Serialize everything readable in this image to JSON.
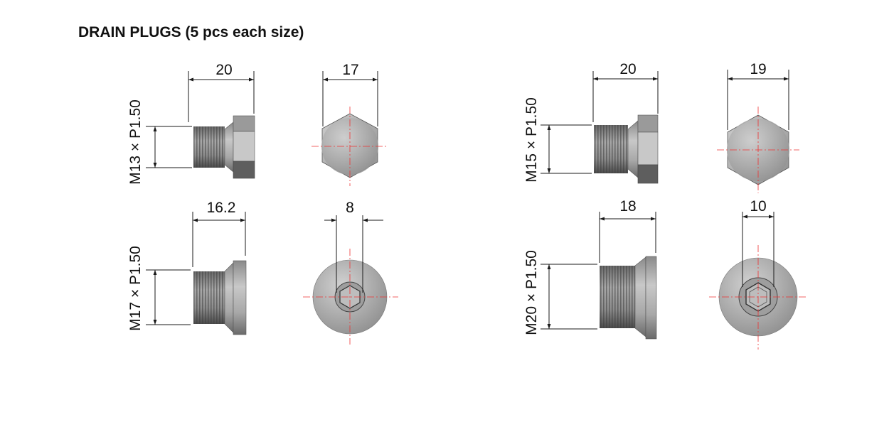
{
  "title": "DRAIN PLUGS (5 pcs each size)",
  "colors": {
    "line": "#1a1a1a",
    "centerline": "#ee3333",
    "metal_light": "#c4c4c4",
    "metal_mid": "#9a9a9a",
    "metal_dark": "#5e5e5e",
    "thread_dark": "#555555",
    "thread_light": "#8a8a8a"
  },
  "plugs": [
    {
      "id": "m13",
      "style": "hex-head",
      "thread_label": "M13 × P1.50",
      "length_label": "20",
      "head_label": "17"
    },
    {
      "id": "m15",
      "style": "hex-head",
      "thread_label": "M15 × P1.50",
      "length_label": "20",
      "head_label": "19"
    },
    {
      "id": "m17",
      "style": "socket",
      "thread_label": "M17 × P1.50",
      "length_label": "16.2",
      "head_label": "8"
    },
    {
      "id": "m20",
      "style": "socket",
      "thread_label": "M20 × P1.50",
      "length_label": "18",
      "head_label": "10"
    }
  ]
}
